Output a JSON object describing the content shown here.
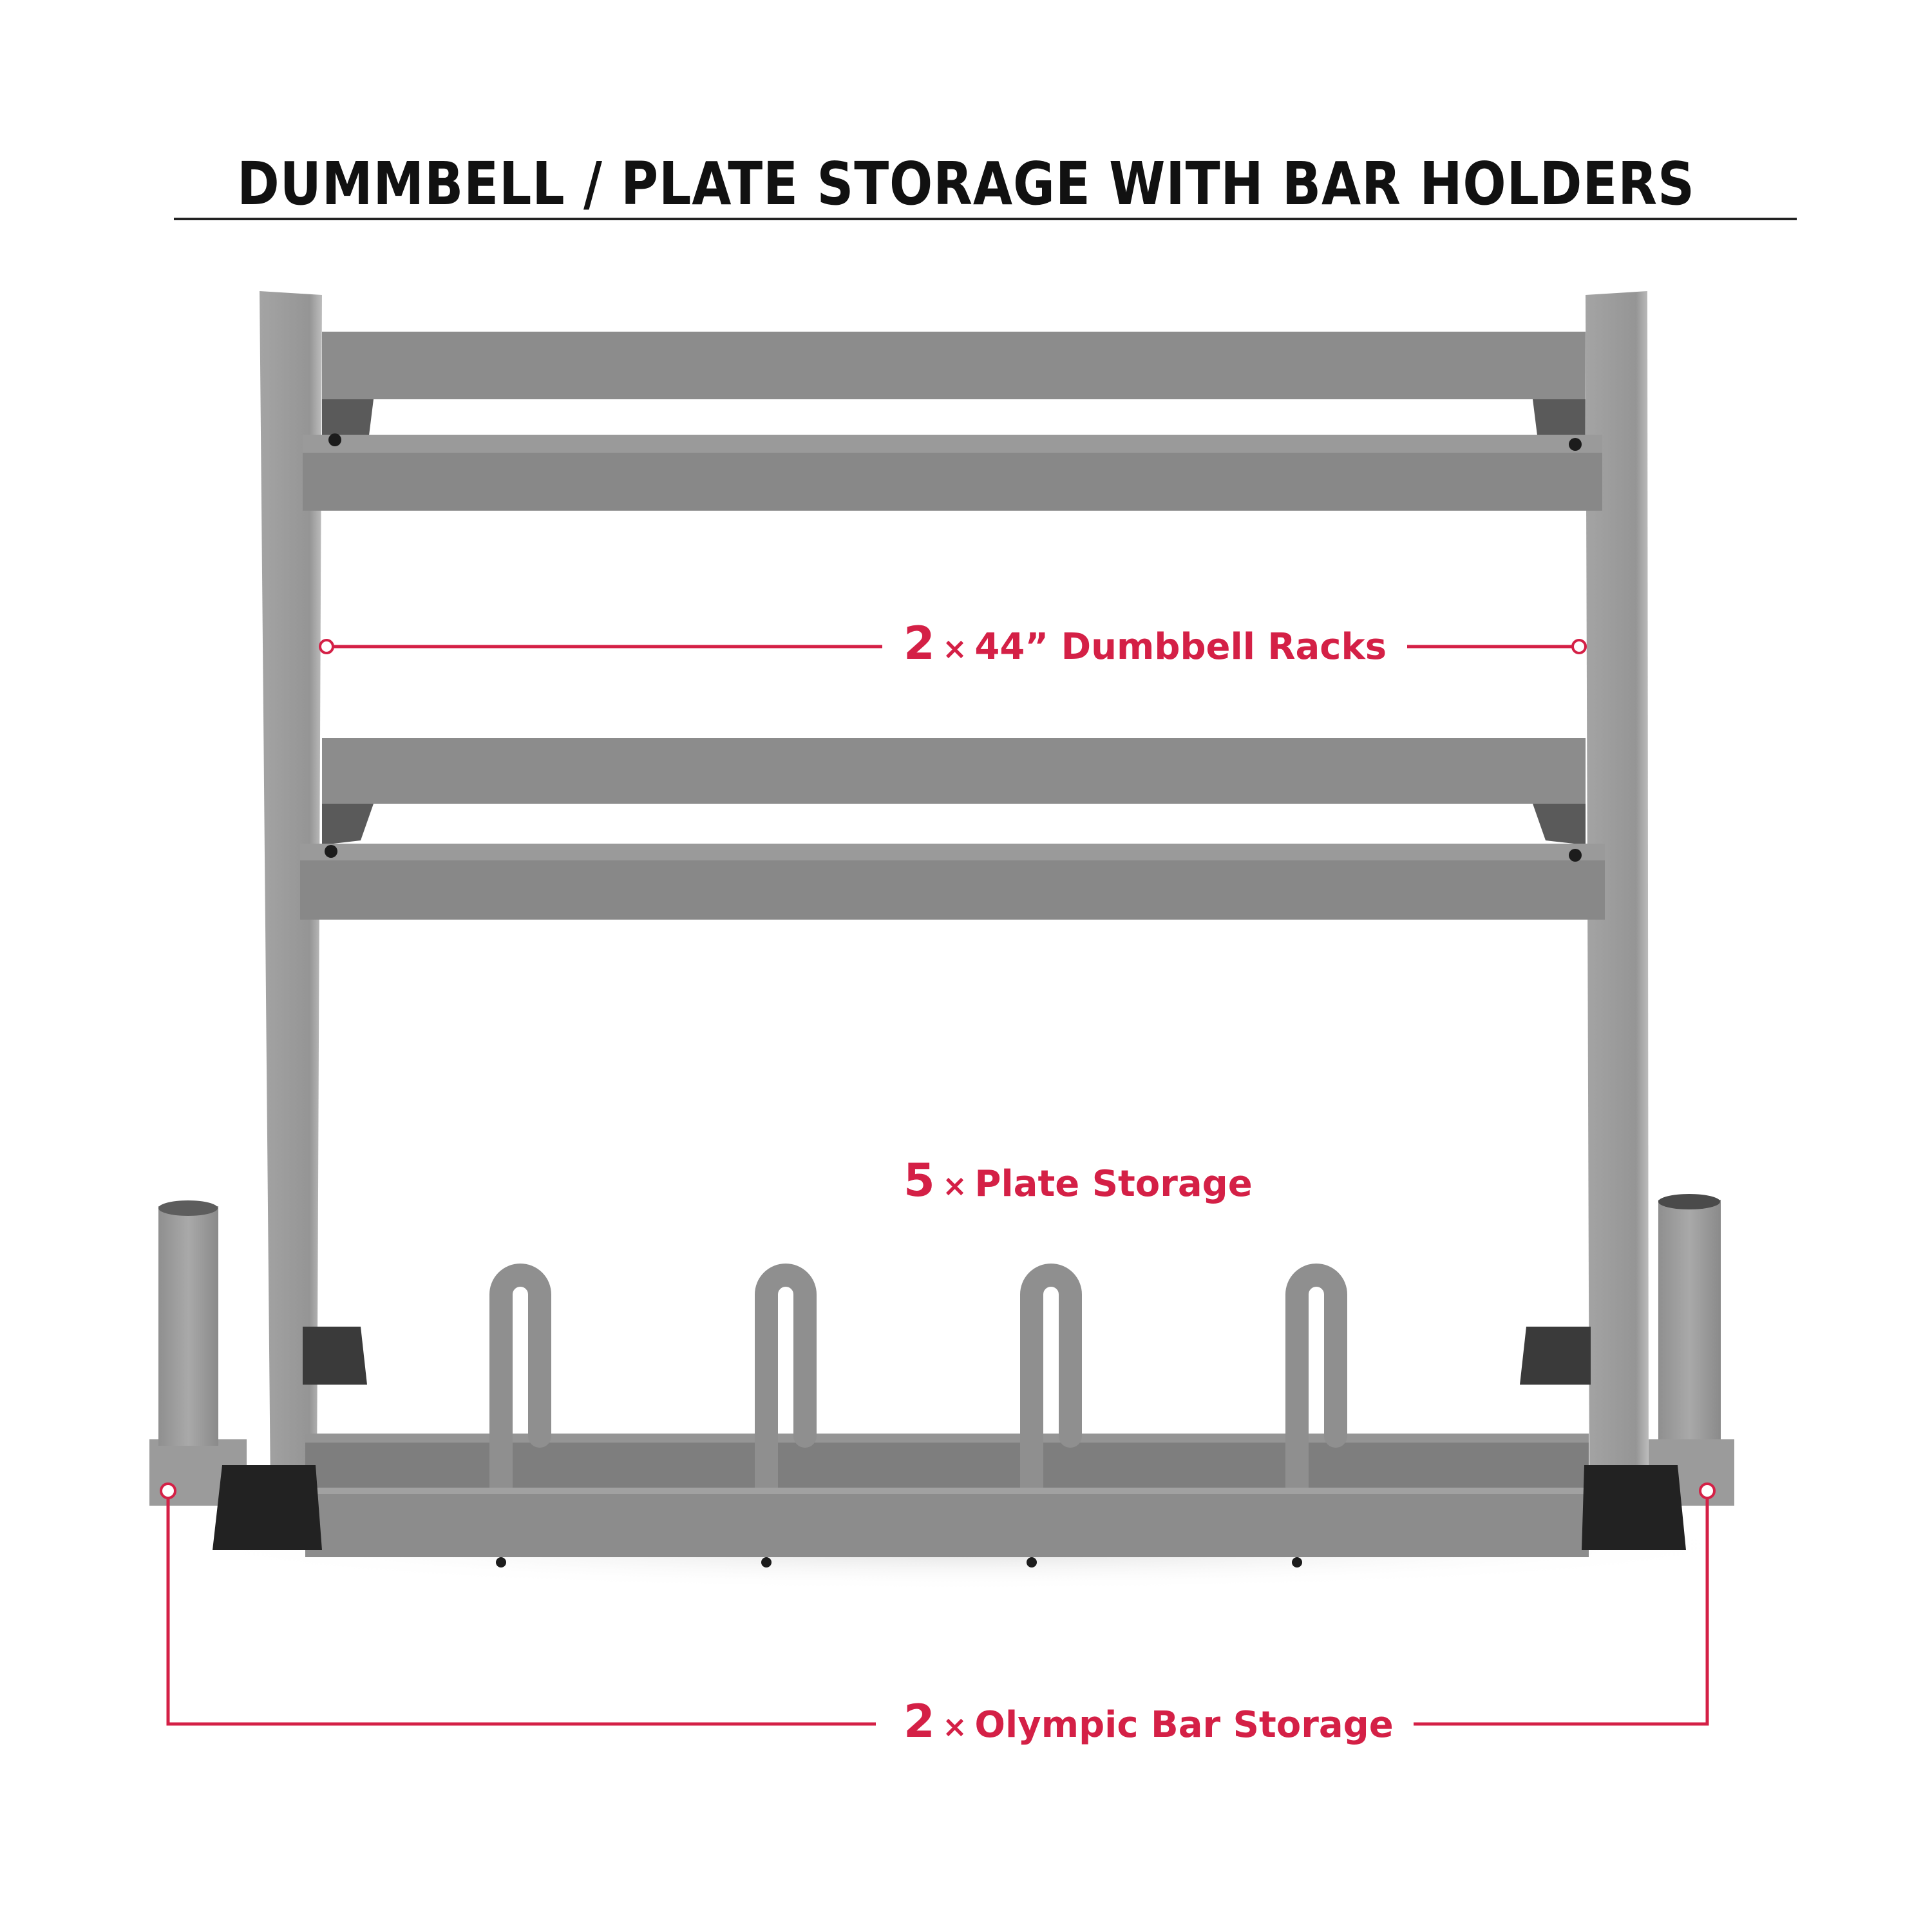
{
  "title": "DUMMBELL / PLATE STORAGE WITH BAR HOLDERS",
  "colors": {
    "accent": "#d42046",
    "frame": "#8e8e8e",
    "frame_dark": "#6f6f6f",
    "rubber": "#222222",
    "title_text": "#111111"
  },
  "callouts": {
    "dumbbell": {
      "count": "2",
      "times": "×",
      "text": "44” Dumbbell Racks"
    },
    "plate": {
      "count": "5",
      "times": "×",
      "text": "Plate Storage"
    },
    "bar": {
      "count": "2",
      "times": "×",
      "text": "Olympic Bar Storage"
    }
  },
  "icons": [
    "dumbbell-rack-shelf-icon",
    "plate-hoop-icon",
    "olympic-bar-tube-icon",
    "rubber-foot-icon",
    "callout-dot-icon"
  ]
}
